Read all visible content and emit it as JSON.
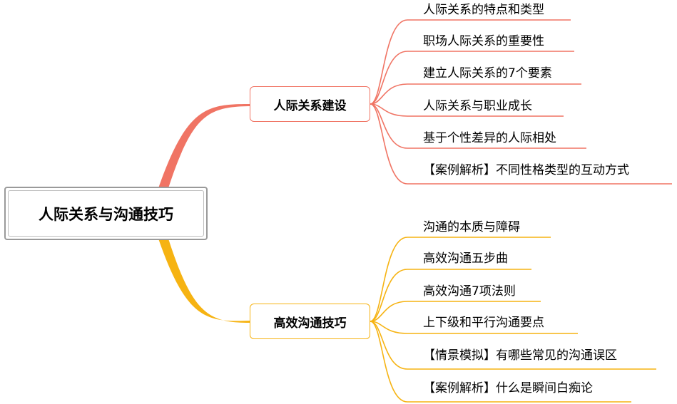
{
  "colors": {
    "branch1": "#f07464",
    "branch2": "#f6b312"
  },
  "root": {
    "label": "人际关系与沟通技巧"
  },
  "branches": [
    {
      "label": "人际关系建设",
      "children": [
        "人际关系的特点和类型",
        "职场人际关系的重要性",
        "建立人际关系的7个要素",
        "人际关系与职业成长",
        "基于个性差异的人际相处",
        "【案例解析】不同性格类型的互动方式"
      ]
    },
    {
      "label": "高效沟通技巧",
      "children": [
        "沟通的本质与障碍",
        "高效沟通五步曲",
        "高效沟通7项法则",
        "上下级和平行沟通要点",
        "【情景模拟】有哪些常见的沟通误区",
        "【案例解析】什么是瞬间白痴论"
      ]
    }
  ]
}
